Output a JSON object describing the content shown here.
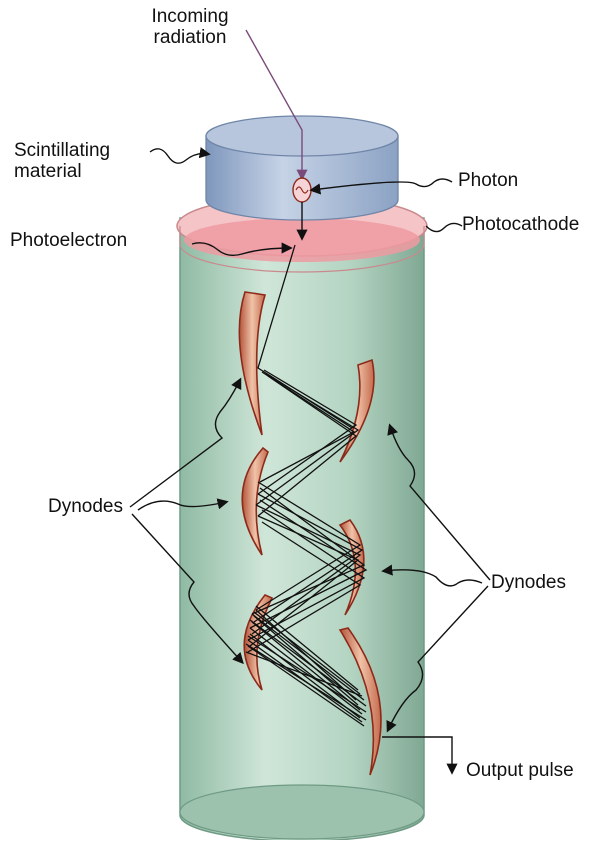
{
  "labels": {
    "incoming_line1": "Incoming",
    "incoming_line2": "radiation",
    "scint_line1": "Scintillating",
    "scint_line2": "material",
    "photon": "Photon",
    "photocathode": "Photocathode",
    "photoelectron": "Photoelectron",
    "dynodes_left": "Dynodes",
    "dynodes_right": "Dynodes",
    "output_pulse": "Output pulse"
  },
  "colors": {
    "tube": "#b9d7c6",
    "tube_edge": "#6f9b85",
    "scintillator": "#9cb1cf",
    "photocathode": "#f2b8bc",
    "dynode": "#d9896a",
    "dynode_edge": "#8e2a1a",
    "electron_path": "#111111"
  }
}
